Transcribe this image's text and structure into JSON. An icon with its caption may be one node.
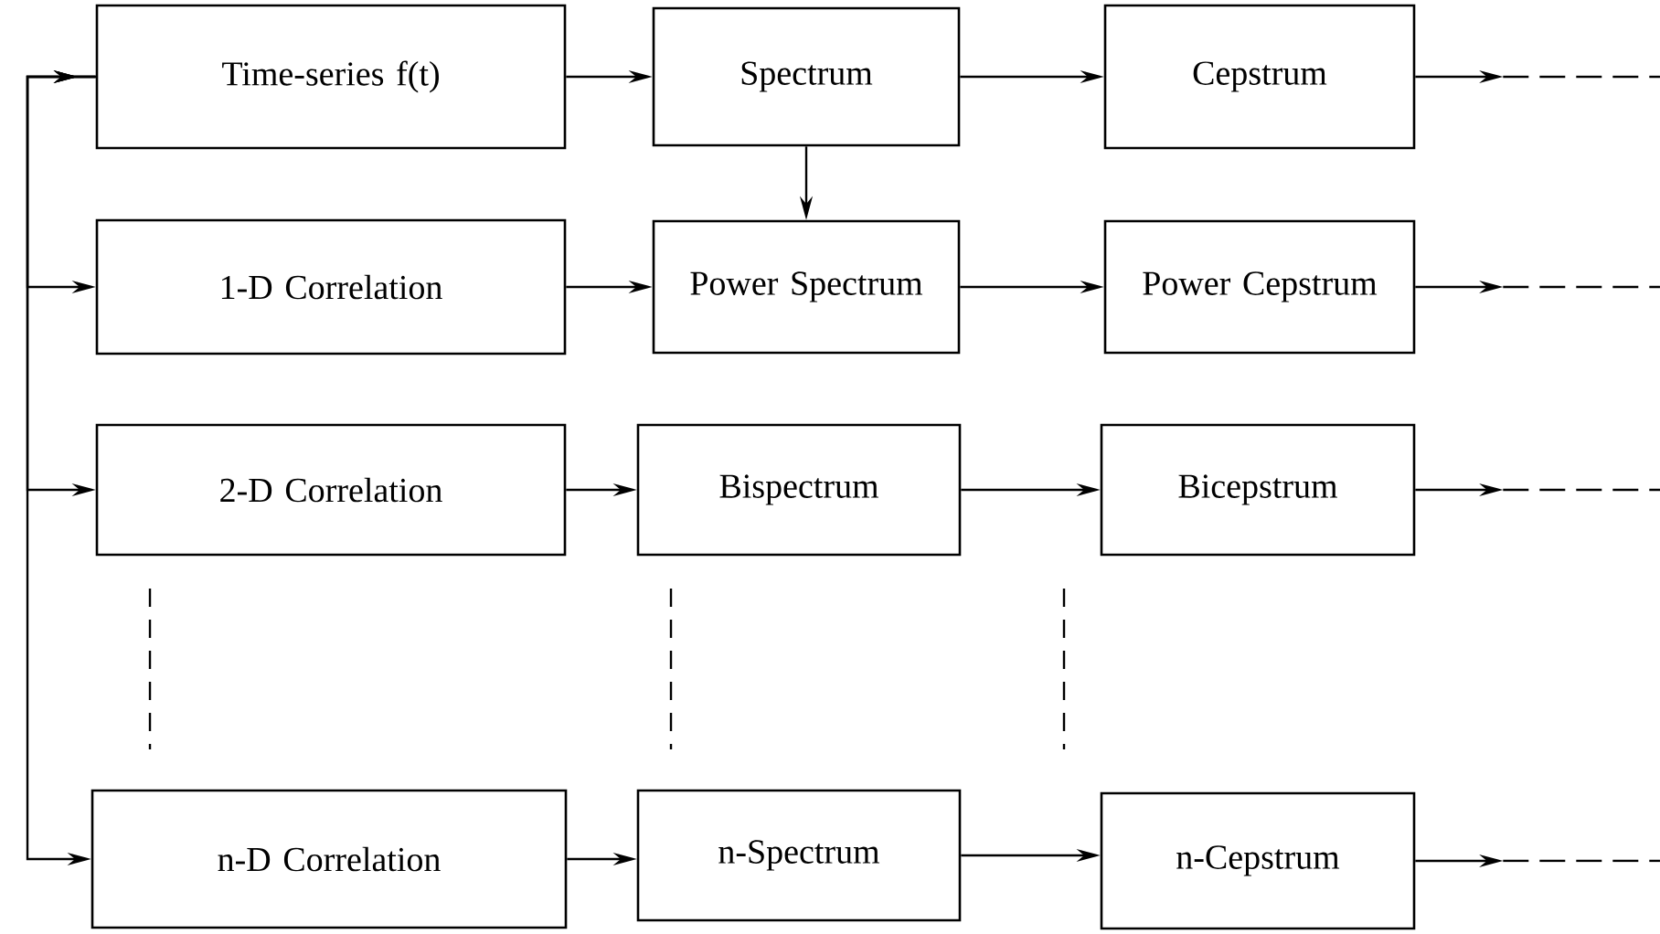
{
  "diagram": {
    "nodes": [
      {
        "text": [
          "Time-series f(t)"
        ]
      },
      {
        "text": [
          "Spectrum"
        ]
      },
      {
        "text": [
          "Cepstrum"
        ]
      },
      {
        "text": [
          "1-D Correlation"
        ]
      },
      {
        "text": [
          "Power Spectrum"
        ]
      },
      {
        "text": [
          "Power Cepstrum"
        ]
      },
      {
        "text": [
          "2-D Correlation"
        ]
      },
      {
        "text": [
          "Bispectrum"
        ]
      },
      {
        "text": [
          "Bicepstrum"
        ]
      },
      {
        "text": [
          "n-D Correlation"
        ]
      },
      {
        "text": [
          "n-Spectrum"
        ]
      },
      {
        "text": [
          "n-Cepstrum"
        ]
      }
    ],
    "edges": [
      {
        "from": 0,
        "to": 1,
        "arrow": "to"
      },
      {
        "from": 1,
        "to": 2,
        "arrow": "to"
      },
      {
        "from": 1,
        "to": 4,
        "arrow": "to"
      },
      {
        "from": 3,
        "to": 4,
        "arrow": "to"
      },
      {
        "from": 4,
        "to": 5,
        "arrow": "to"
      },
      {
        "from": 6,
        "to": 7,
        "arrow": "to"
      },
      {
        "from": 7,
        "to": 8,
        "arrow": "to"
      },
      {
        "from": 9,
        "to": 10,
        "arrow": "to"
      },
      {
        "from": 10,
        "to": 11,
        "arrow": "to"
      },
      {
        "from": 2,
        "to": null,
        "arrow": "to"
      },
      {
        "from": 5,
        "to": null,
        "arrow": "to"
      },
      {
        "from": 8,
        "to": null,
        "arrow": "to"
      },
      {
        "from": 11,
        "to": null,
        "arrow": "to"
      },
      {
        "from": 0,
        "to": 3,
        "arrow": "to"
      },
      {
        "from": 0,
        "to": 6,
        "arrow": "to"
      },
      {
        "from": 0,
        "to": 9,
        "arrow": "to"
      }
    ]
  }
}
